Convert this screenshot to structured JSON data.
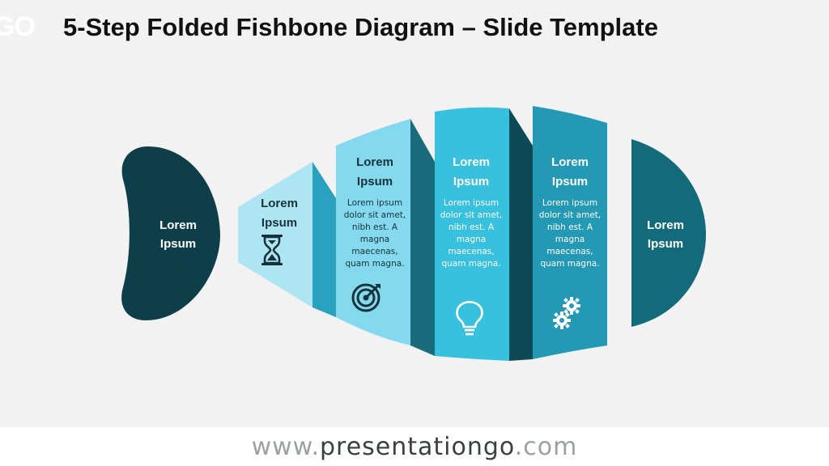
{
  "header": {
    "logo_text": "GO",
    "title": "5-Step Folded Fishbone Diagram – Slide Template"
  },
  "diagram": {
    "head": {
      "title_line1": "Lorem",
      "title_line2": "Ipsum"
    },
    "tail": {
      "title_line1": "Lorem",
      "title_line2": "Ipsum"
    },
    "steps": [
      {
        "title_line1": "Lorem",
        "title_line2": "Ipsum",
        "icon": "hourglass-icon"
      },
      {
        "title_line1": "Lorem",
        "title_line2": "Ipsum",
        "icon": "target-icon",
        "body": [
          "Lorem ipsum",
          "dolor sit amet,",
          "nibh est. A",
          "magna",
          "maecenas,",
          "quam magna."
        ]
      },
      {
        "title_line1": "Lorem",
        "title_line2": "Ipsum",
        "icon": "lightbulb-icon",
        "body": [
          "Lorem ipsum",
          "dolor sit amet,",
          "nibh est. A",
          "magna",
          "maecenas,",
          "quam magna."
        ]
      },
      {
        "title_line1": "Lorem",
        "title_line2": "Ipsum",
        "icon": "gears-icon",
        "body": [
          "Lorem ipsum",
          "dolor sit amet,",
          "nibh est. A",
          "magna",
          "maecenas,",
          "quam magna."
        ]
      }
    ],
    "colors": {
      "head": "#0e3e49",
      "panel1": "#ade5f2",
      "fold1": "#2aa1bf",
      "panel2": "#84d9ee",
      "fold2": "#1a6b7c",
      "panel3": "#38c0df",
      "fold3": "#0d4a55",
      "panel4": "#2399b5",
      "tail": "#126a7b",
      "dark_text": "#16323a",
      "light_text": "#ffffff"
    }
  },
  "footer": {
    "url_prefix": "www.",
    "url_main": "presentationgo",
    "url_suffix": ".com"
  }
}
